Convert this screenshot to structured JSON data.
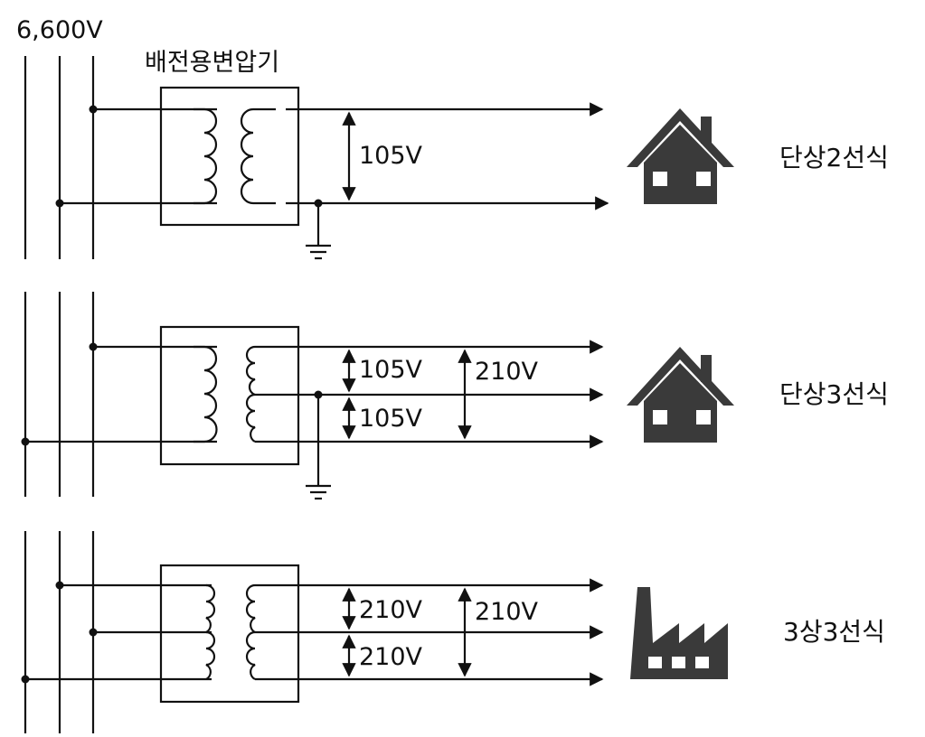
{
  "supply_voltage": "6,600V",
  "transformer_label": "배전용변압기",
  "sections": [
    {
      "system": "단상2선식",
      "voltages": [
        "105V"
      ],
      "building": "house-icon"
    },
    {
      "system": "단상3선식",
      "voltages": [
        "105V",
        "105V",
        "210V"
      ],
      "building": "house-icon"
    },
    {
      "system": "3상3선식",
      "voltages": [
        "210V",
        "210V",
        "210V"
      ],
      "building": "factory-icon"
    }
  ],
  "colors": {
    "line": "#111111",
    "icon": "#3a3a3a"
  }
}
